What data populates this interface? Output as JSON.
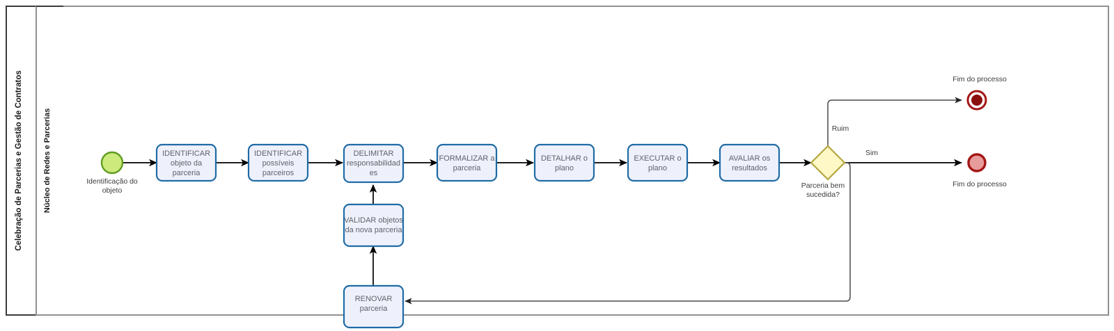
{
  "pool": {
    "label": "Celebração de Parcerias e Gestão de Contratos",
    "lane_label": "Núcleo de Redes e Parcerias"
  },
  "events": {
    "start": {
      "name": "start-event",
      "label": "Identificação do objeto",
      "label_line1": "Identificação do",
      "label_line2": "objeto",
      "fill": "#cdea7c",
      "stroke": "#5f9c20"
    },
    "end_terminate": {
      "name": "end-event-terminate",
      "label": "Fim do processo",
      "fill": "#8c0f0f",
      "stroke": "#a31515"
    },
    "end_simple": {
      "name": "end-event",
      "label": "Fim do processo",
      "fill": "#e79b9b",
      "stroke": "#a31515"
    }
  },
  "tasks": [
    {
      "id": "identificar-objeto",
      "lines": [
        "IDENTIFICAR",
        "objeto da",
        "parceria"
      ]
    },
    {
      "id": "identificar-parceiros",
      "lines": [
        "IDENTIFICAR",
        "possíveis",
        "parceiros"
      ]
    },
    {
      "id": "delimitar-responsabilidades",
      "lines": [
        "DELIMITAR",
        "responsabilidad",
        "es"
      ]
    },
    {
      "id": "formalizar-parceria",
      "lines": [
        "FORMALIZAR a",
        "parceria"
      ]
    },
    {
      "id": "detalhar-plano",
      "lines": [
        "DETALHAR o",
        "plano"
      ]
    },
    {
      "id": "executar-plano",
      "lines": [
        "EXECUTAR o",
        "plano"
      ]
    },
    {
      "id": "avaliar-resultados",
      "lines": [
        "AVALIAR os",
        "resultados"
      ]
    },
    {
      "id": "validar-objetos",
      "lines": [
        "VALIDAR objetos",
        "da nova parceria"
      ]
    },
    {
      "id": "renovar-parceria",
      "lines": [
        "RENOVAR",
        "parceria"
      ]
    }
  ],
  "gateway": {
    "id": "gateway-parceria-bem-sucedida",
    "label_line1": "Parceria bem",
    "label_line2": "sucedida?",
    "fill": "#fdf8c6",
    "stroke": "#b5a642"
  },
  "flow_labels": {
    "ruim": "Ruim",
    "sim": "Sim"
  },
  "colors": {
    "task_fill": "#eef1fc",
    "task_stroke": "#1f6ba5",
    "flow": "#000000",
    "pool_stroke": "#3b3b3b",
    "lane_stroke": "#a6a6a6"
  }
}
